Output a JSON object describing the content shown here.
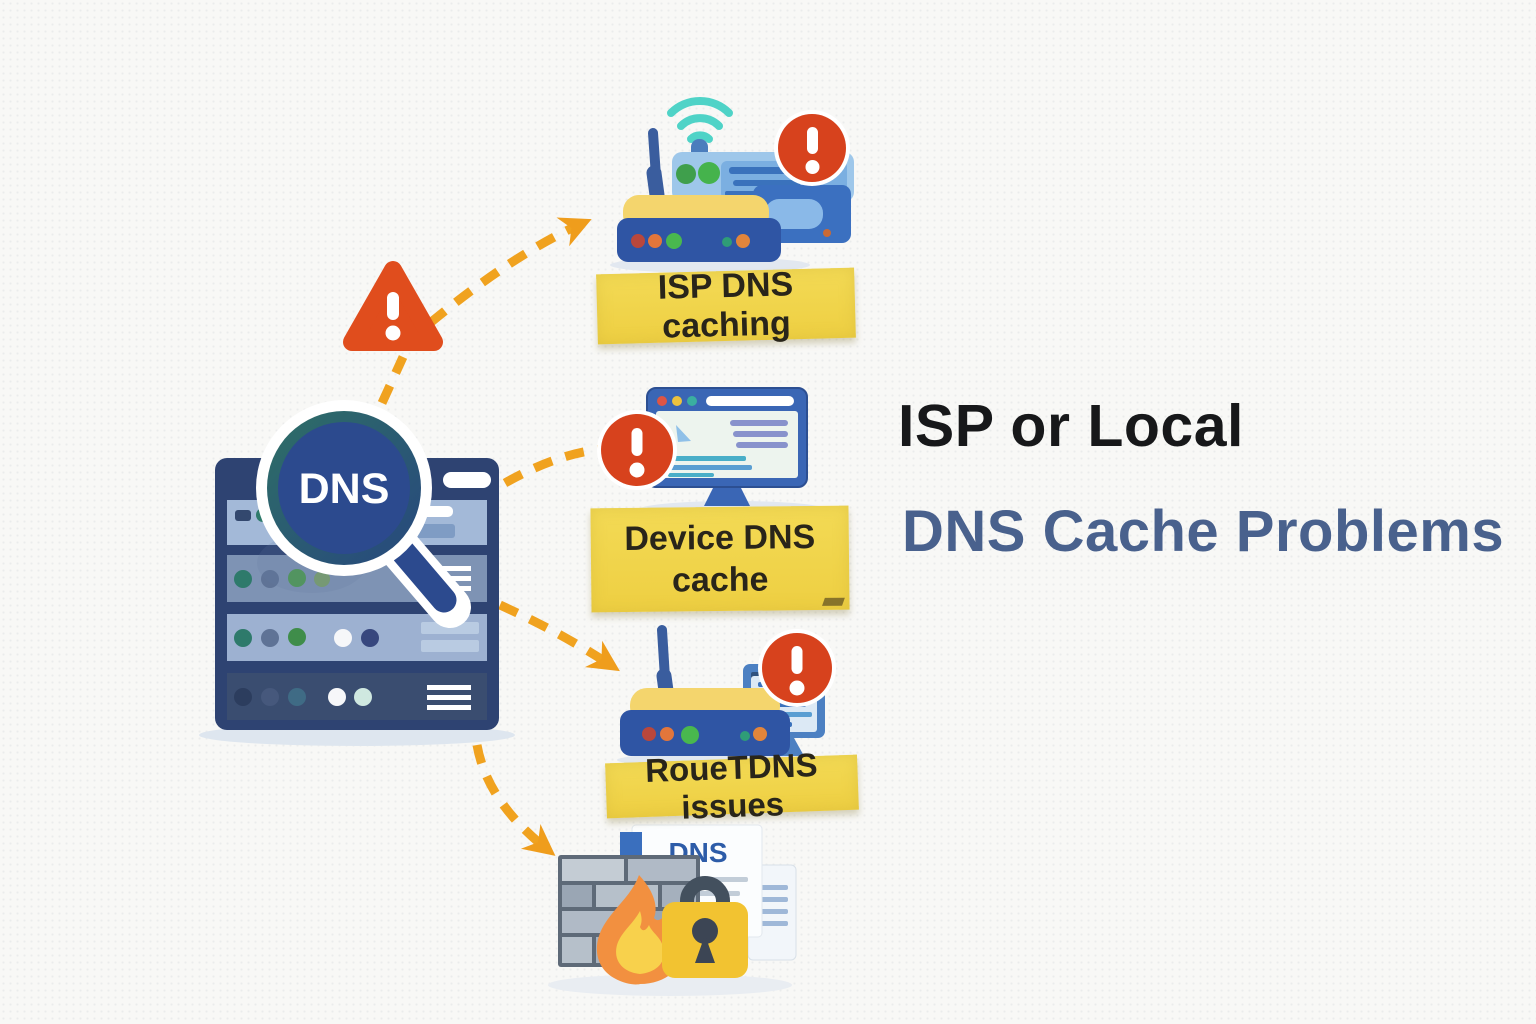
{
  "title": {
    "line1": "ISP or Local",
    "line2": "DNS Cache Problems",
    "line1_color": "#17181a",
    "line2_color": "#49618d"
  },
  "dns_server": {
    "magnifier_label": "DNS"
  },
  "branches": [
    {
      "id": "isp",
      "note": "ISP DNS caching",
      "icon": "wifi-router-alert-icon"
    },
    {
      "id": "device",
      "note_line1": "Device DNS",
      "note_line2": "cache",
      "icon": "computer-alert-icon"
    },
    {
      "id": "router",
      "note": "RoueTDNS issues",
      "icon": "router-alert-icon"
    },
    {
      "id": "firewall",
      "doc_label": "DNS",
      "icon": "firewall-lock-icon"
    }
  ],
  "colors": {
    "background": "#f8f8f6",
    "arrow_orange": "#f0a21f",
    "note_yellow": "#f1d64e",
    "alert_red": "#d7421d",
    "warning_triangle": "#e04d1d",
    "server_navy": "#2e4372",
    "magnifier_blue": "#2c4a8e",
    "router_body_blue": "#2f55a4",
    "router_top_yellow": "#f4d56d",
    "wifi_teal": "#4fd3c7",
    "title_dark": "#17181a",
    "title_blue": "#49618d"
  }
}
